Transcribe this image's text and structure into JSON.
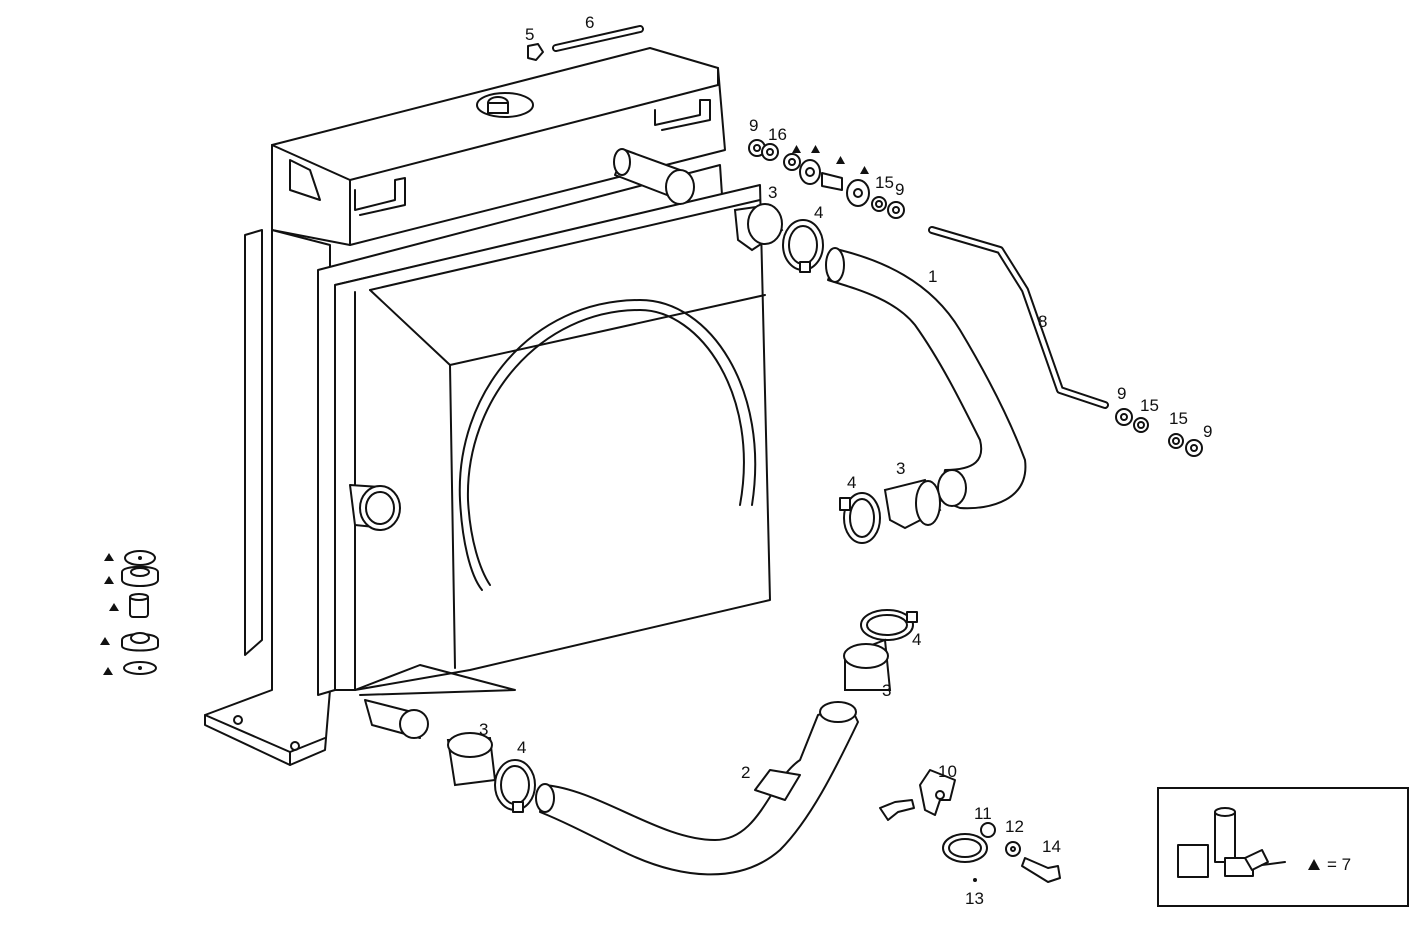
{
  "callouts": [
    {
      "id": "c1",
      "text": "1"
    },
    {
      "id": "c2",
      "text": "2"
    },
    {
      "id": "c3a",
      "text": "3"
    },
    {
      "id": "c3b",
      "text": "3"
    },
    {
      "id": "c3c",
      "text": "3"
    },
    {
      "id": "c3d",
      "text": "3"
    },
    {
      "id": "c4a",
      "text": "4"
    },
    {
      "id": "c4b",
      "text": "4"
    },
    {
      "id": "c4c",
      "text": "4"
    },
    {
      "id": "c4d",
      "text": "4"
    },
    {
      "id": "c5",
      "text": "5"
    },
    {
      "id": "c6",
      "text": "6"
    },
    {
      "id": "c8",
      "text": "8"
    },
    {
      "id": "c9a",
      "text": "9"
    },
    {
      "id": "c9b",
      "text": "9"
    },
    {
      "id": "c9c",
      "text": "9"
    },
    {
      "id": "c9d",
      "text": "9"
    },
    {
      "id": "c10",
      "text": "10"
    },
    {
      "id": "c11",
      "text": "11"
    },
    {
      "id": "c12",
      "text": "12"
    },
    {
      "id": "c13",
      "text": "13"
    },
    {
      "id": "c14",
      "text": "14"
    },
    {
      "id": "c15a",
      "text": "15"
    },
    {
      "id": "c15b",
      "text": "15"
    },
    {
      "id": "c15c",
      "text": "15"
    },
    {
      "id": "c16",
      "text": "16"
    }
  ],
  "legend": {
    "equation": "= 7"
  },
  "marker_symbol": "triangle"
}
